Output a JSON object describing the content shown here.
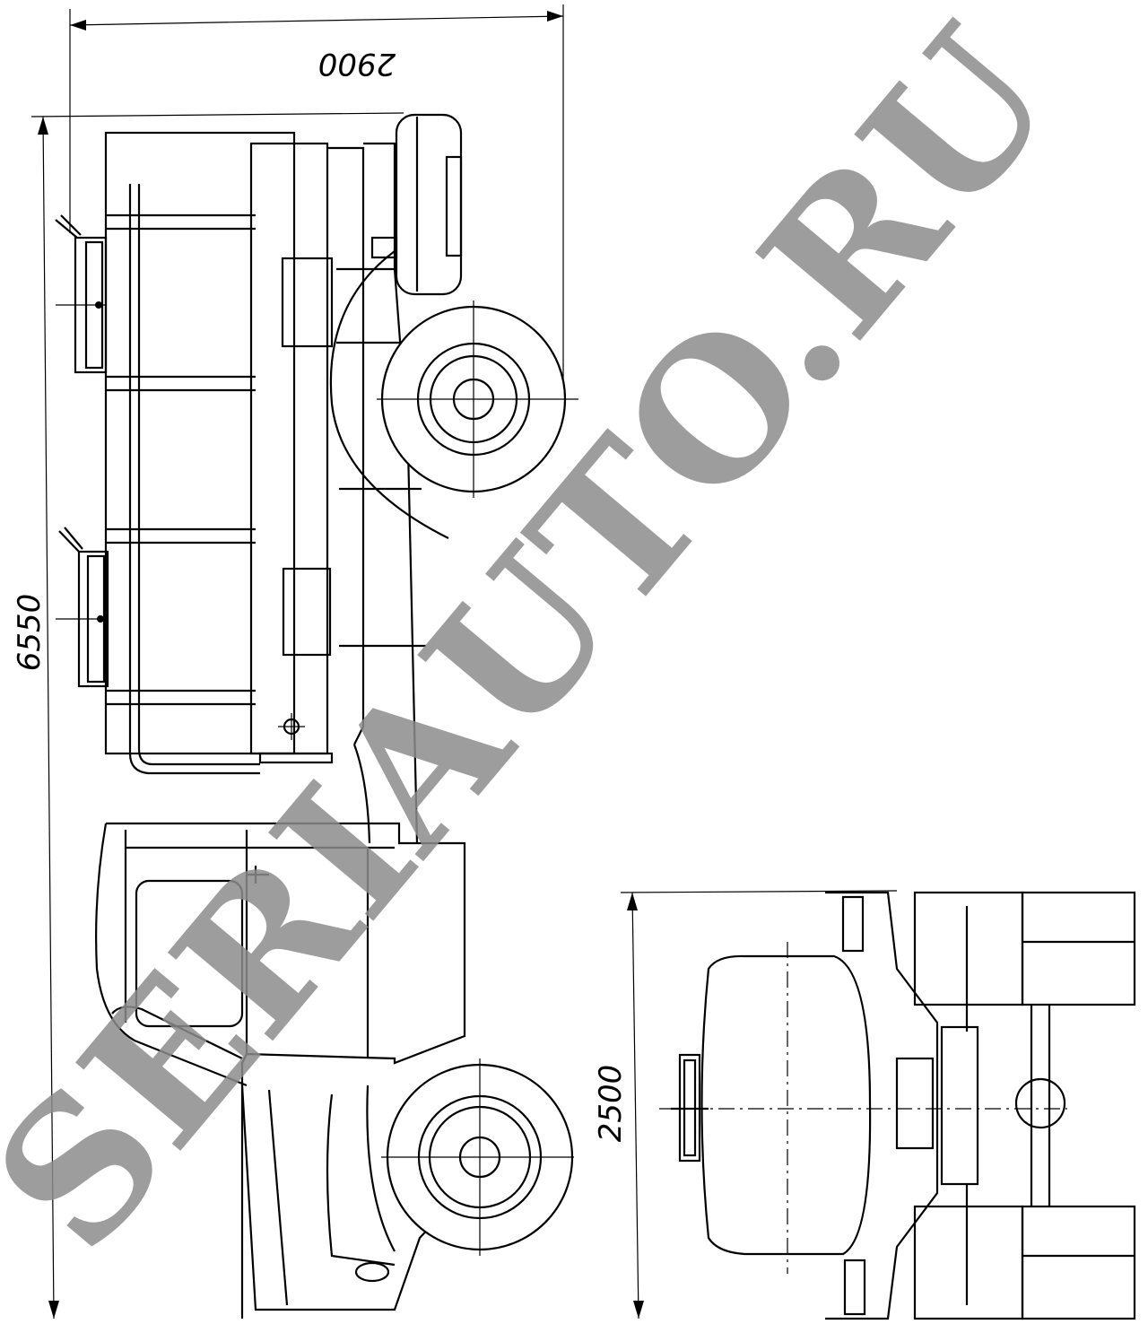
{
  "dimensions": {
    "width_top": "2900",
    "length_left": "6550",
    "width_rear": "2500"
  },
  "watermark": {
    "text": "SERIAUTO.RU",
    "color": "#8c8c8c"
  },
  "colors": {
    "line": "#000000",
    "background": "#ffffff"
  }
}
